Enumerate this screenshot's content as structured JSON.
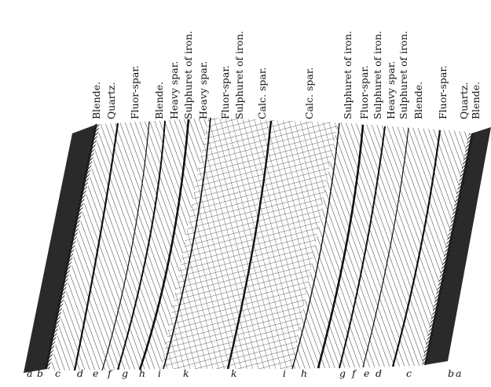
{
  "figure": {
    "layer_labels": [
      "Blende.",
      "Quartz.",
      "Fluor-spar.",
      "Blende.",
      "Heavy spar.",
      "Sulphuret of iron.",
      "Heavy spar.",
      "Fluor-spar.",
      "Sulphuret of iron.",
      "Calc. spar.",
      "Calc. spar.",
      "Sulphuret of iron.",
      "Fluor-spar.",
      "Sulphuret of iron.",
      "Heavy spar.",
      "Sulphuret of iron.",
      "Blende.",
      "Fluor-spar.",
      "Quartz.",
      "Blende."
    ],
    "bottom_letters": [
      "a",
      "b",
      "c",
      "d",
      "e",
      "f",
      "g",
      "h",
      "i",
      "k",
      "k",
      "i",
      "h",
      "g",
      "f",
      "e",
      "d",
      "c",
      "b",
      "a"
    ]
  },
  "colors": {
    "ink": "#1a1a1a",
    "wall_rock": "#2a2a2a",
    "paper": "#ffffff"
  }
}
